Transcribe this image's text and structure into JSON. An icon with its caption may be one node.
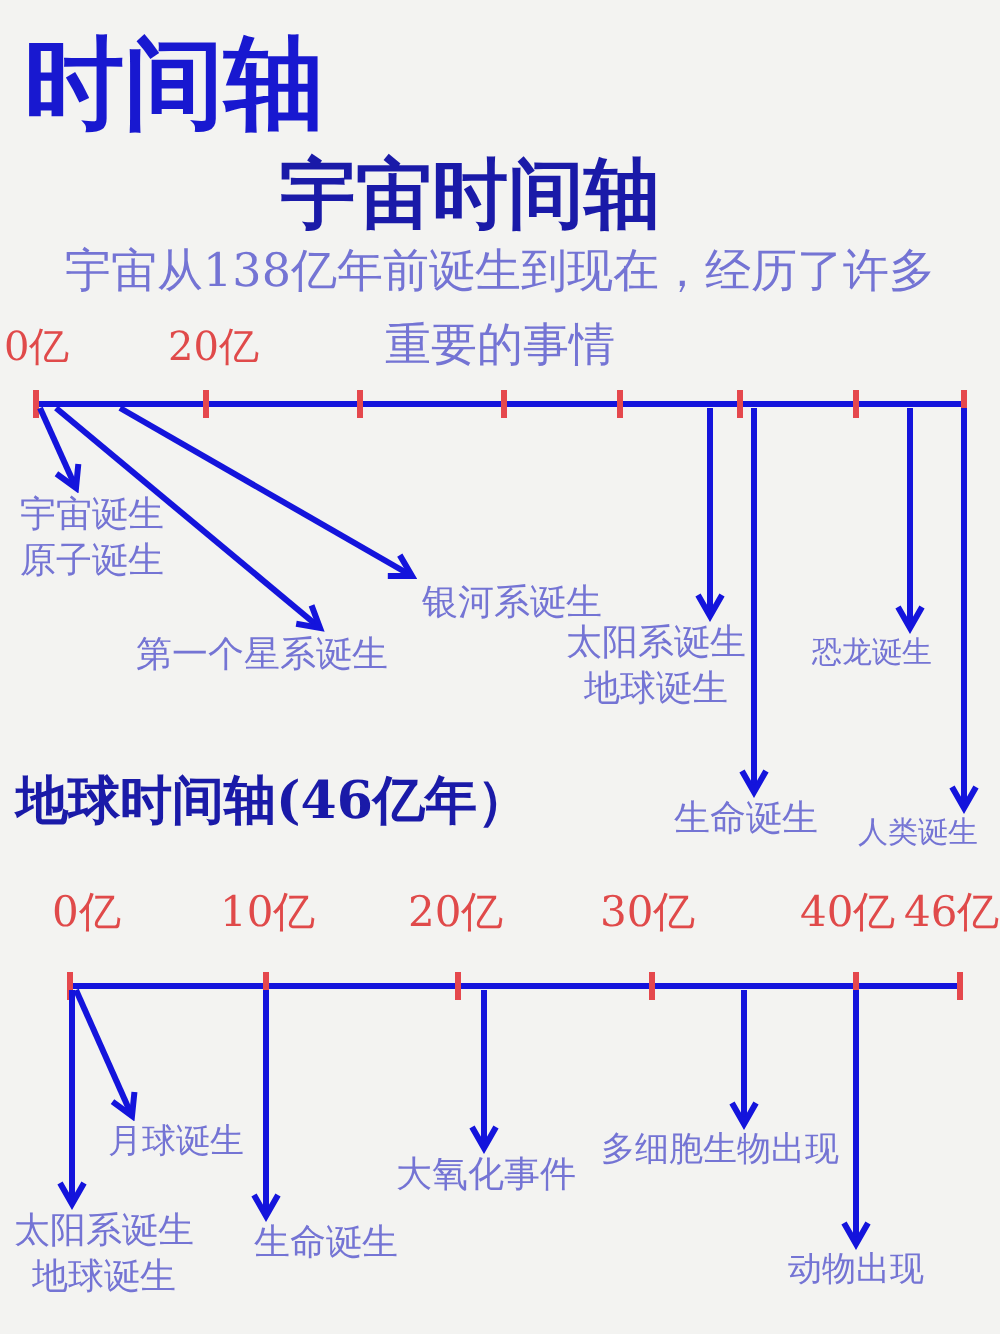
{
  "diagram": {
    "title": "时间轴",
    "nodes": [
      {
        "text": [
          "宇宙诞生",
          "原子诞生"
        ]
      },
      {
        "text": [
          "第一个星系诞生"
        ]
      },
      {
        "text": [
          "银河系诞生"
        ]
      },
      {
        "text": [
          "太阳系诞生",
          "地球诞生"
        ]
      },
      {
        "text": [
          "生命诞生"
        ]
      },
      {
        "text": [
          "恐龙诞生"
        ]
      },
      {
        "text": [
          "人类诞生"
        ]
      },
      {
        "text": [
          "月球诞生"
        ]
      },
      {
        "text": [
          "太阳系诞生",
          "地球诞生"
        ]
      },
      {
        "text": [
          "生命诞生"
        ]
      },
      {
        "text": [
          "大氧化事件"
        ]
      },
      {
        "text": [
          "多细胞生物出现"
        ]
      },
      {
        "text": [
          "动物出现"
        ]
      }
    ],
    "edges": [
      {
        "from": null,
        "to": 0,
        "arrow": "to"
      },
      {
        "from": null,
        "to": 1,
        "arrow": "to"
      },
      {
        "from": null,
        "to": 2,
        "arrow": "to"
      },
      {
        "from": null,
        "to": 3,
        "arrow": "to"
      },
      {
        "from": null,
        "to": 4,
        "arrow": "to"
      },
      {
        "from": null,
        "to": 5,
        "arrow": "to"
      },
      {
        "from": null,
        "to": 6,
        "arrow": "to"
      },
      {
        "from": null,
        "to": 7,
        "arrow": "to"
      },
      {
        "from": null,
        "to": 8,
        "arrow": "to"
      },
      {
        "from": null,
        "to": 9,
        "arrow": "to"
      },
      {
        "from": null,
        "to": 10,
        "arrow": "to"
      },
      {
        "from": null,
        "to": 11,
        "arrow": "to"
      },
      {
        "from": null,
        "to": 12,
        "arrow": "to"
      }
    ],
    "labels": [
      "宇宙时间轴",
      "宇宙从138亿年前诞生到现在，经历了许多重要的事情",
      "0亿",
      "20亿",
      "地球时间轴(46亿年）",
      "0亿",
      "10亿",
      "20亿",
      "30亿",
      "40亿",
      "46亿"
    ]
  }
}
